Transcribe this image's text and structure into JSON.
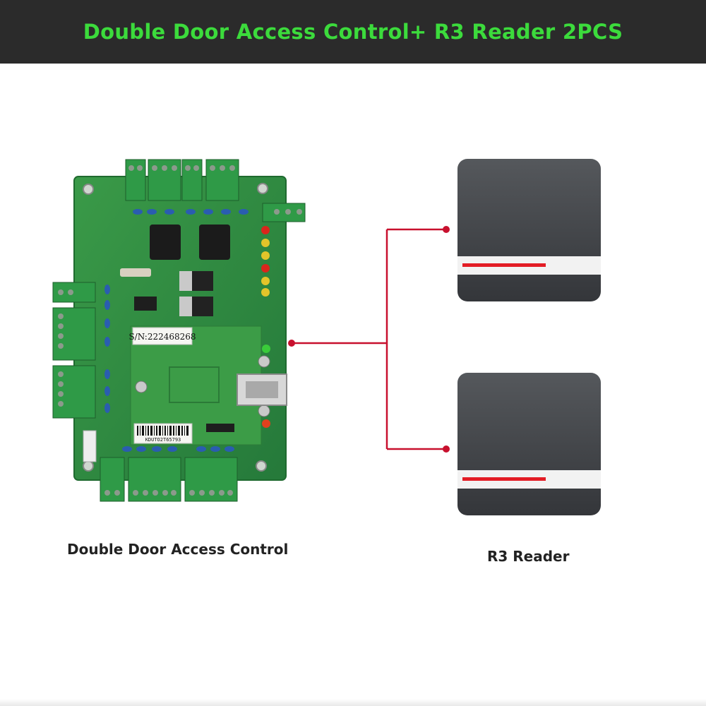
{
  "banner": {
    "title": "Double Door Access Control+ R3 Reader 2PCS"
  },
  "board": {
    "caption": "Double Door Access Control",
    "serial_label": "S/N:222468268",
    "barcode_text": "KDUTO2T65793"
  },
  "reader": {
    "caption": "R3 Reader",
    "count": 2
  },
  "colors": {
    "banner_bg": "#2b2b2b",
    "banner_text": "#3cdb3c",
    "pcb_green": "#2e8b3e",
    "wire_red": "#c8102e",
    "reader_body": "#3d3f42",
    "reader_stripe": "#e31c25"
  },
  "icons": [
    "connector-wire",
    "pcb-board",
    "card-reader"
  ]
}
